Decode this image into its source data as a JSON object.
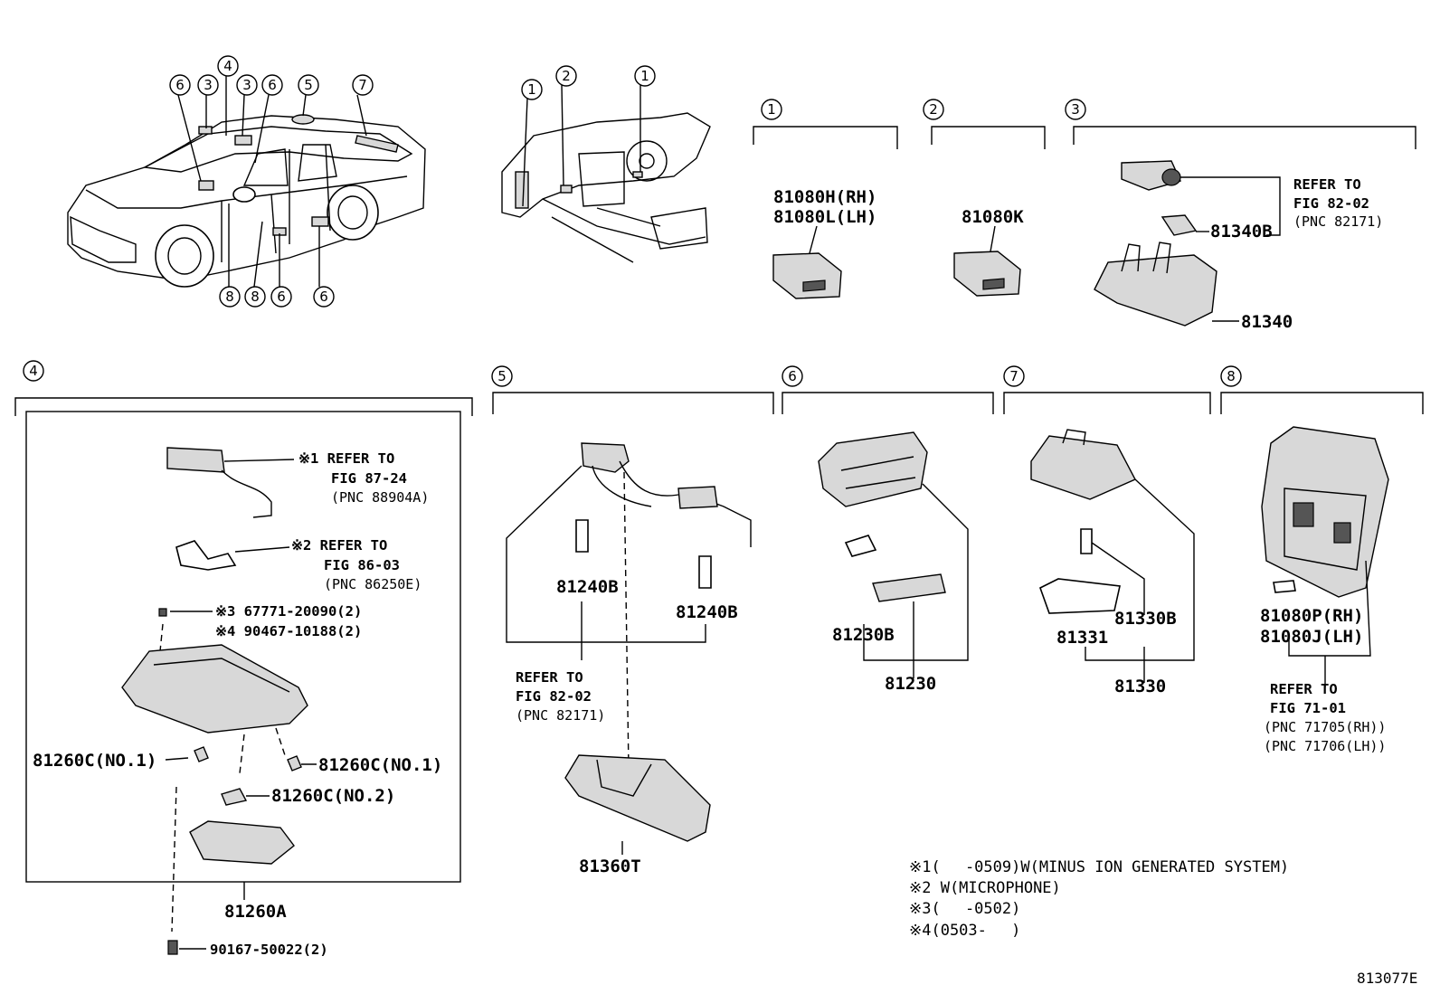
{
  "figure_code": "813077E",
  "car_view": {
    "callouts": [
      "6",
      "3",
      "4",
      "3",
      "6",
      "5",
      "7",
      "8",
      "8",
      "6",
      "6"
    ]
  },
  "dash_view": {
    "callouts": [
      "1",
      "2",
      "1"
    ]
  },
  "sections": {
    "s1": {
      "num": "1",
      "parts": [
        "81080H(RH)",
        "81080L(LH)"
      ]
    },
    "s2": {
      "num": "2",
      "parts": [
        "81080K"
      ]
    },
    "s3": {
      "num": "3",
      "refer": [
        "REFER TO",
        "FIG 82-02",
        "(PNC 82171)"
      ],
      "parts": [
        "81340B",
        "81340"
      ]
    },
    "s4": {
      "num": "4",
      "refer1": [
        "※1 REFER TO",
        "FIG 87-24",
        "(PNC 88904A)"
      ],
      "refer2": [
        "※2 REFER TO",
        "FIG 86-03",
        "(PNC 86250E)"
      ],
      "screw_notes": [
        "※3 67771-20090(2)",
        "※4 90467-10188(2)"
      ],
      "parts": [
        "81260C(NO.1)",
        "81260C(NO.1)",
        "81260C(NO.2)",
        "81260A",
        "90167-50022(2)"
      ]
    },
    "s5": {
      "num": "5",
      "parts": [
        "81240B",
        "81240B",
        "81360T"
      ],
      "refer": [
        "REFER TO",
        "FIG 82-02",
        "(PNC 82171)"
      ]
    },
    "s6": {
      "num": "6",
      "parts": [
        "81230B",
        "81230"
      ]
    },
    "s7": {
      "num": "7",
      "parts": [
        "81330B",
        "81331",
        "81330"
      ]
    },
    "s8": {
      "num": "8",
      "parts": [
        "81080P(RH)",
        "81080J(LH)"
      ],
      "refer": [
        "REFER TO",
        "FIG 71-01",
        "(PNC 71705(RH))",
        "(PNC 71706(LH))"
      ]
    }
  },
  "footnotes": [
    "※1(　 -0509)W(MINUS ION GENERATED SYSTEM)",
    "※2 W(MICROPHONE)",
    "※3(　 -0502)",
    "※4(0503- 　)"
  ]
}
